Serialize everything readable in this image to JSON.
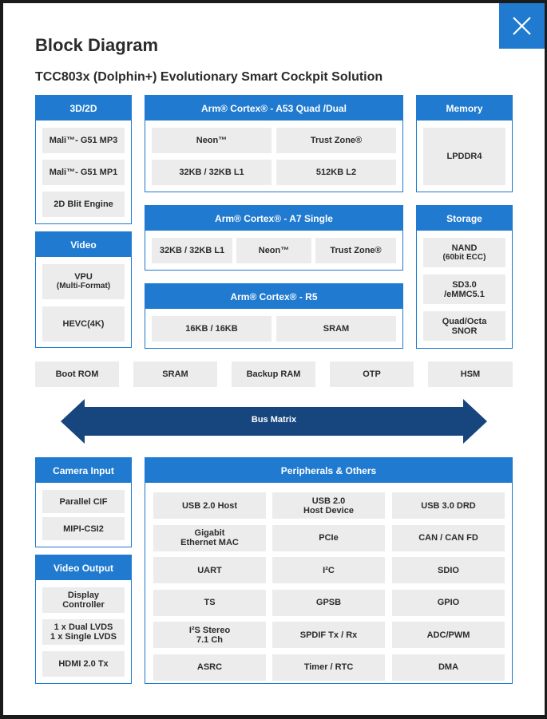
{
  "header": {
    "title": "Block Diagram",
    "subtitle": "TCC803x (Dolphin+) Evolutionary Smart Cockpit Solution",
    "close_icon": "close-icon"
  },
  "blocks": {
    "gpu": {
      "title": "3D/2D",
      "items": [
        "Mali™- G51 MP3",
        "Mali™- G51 MP1",
        "2D Blit Engine"
      ]
    },
    "video": {
      "title": "Video",
      "items": [
        "VPU",
        "(Multi-Format)",
        "HEVC(4K)"
      ]
    },
    "a53": {
      "title": "Arm® Cortex® - A53 Quad /Dual",
      "items": [
        "Neon™",
        "Trust Zone®",
        "32KB / 32KB L1",
        "512KB  L2"
      ]
    },
    "a7": {
      "title": "Arm® Cortex® - A7 Single",
      "items": [
        "32KB / 32KB L1",
        "Neon™",
        "Trust Zone®"
      ]
    },
    "r5": {
      "title": "Arm® Cortex® - R5",
      "items": [
        "16KB / 16KB",
        "SRAM"
      ]
    },
    "memory": {
      "title": "Memory",
      "items": [
        "LPDDR4"
      ]
    },
    "storage": {
      "title": "Storage",
      "items": [
        "NAND",
        "(60bit ECC)",
        "SD3.0\n/eMMC5.1",
        "Quad/Octa\nSNOR"
      ]
    },
    "onchip": [
      "Boot ROM",
      "SRAM",
      "Backup RAM",
      "OTP",
      "HSM"
    ],
    "bus": {
      "label": "Bus Matrix"
    },
    "camera": {
      "title": "Camera Input",
      "items": [
        "Parallel CIF",
        "MIPI-CSI2"
      ]
    },
    "video_out": {
      "title": "Video Output",
      "items": [
        "Display\nController",
        "1 x Dual LVDS\n1 x Single LVDS",
        "HDMI 2.0 Tx"
      ]
    },
    "peripherals": {
      "title": "Peripherals & Others",
      "items": [
        "USB 2.0 Host",
        "USB 2.0\nHost Device",
        "USB 3.0 DRD",
        "Gigabit\nEthernet MAC",
        "PCIe",
        "CAN / CAN FD",
        "UART",
        "I²C",
        "SDIO",
        "TS",
        "GPSB",
        "GPIO",
        "I²S Stereo\n7.1 Ch",
        "SPDIF Tx / Rx",
        "ADC/PWM",
        "ASRC",
        "Timer / RTC",
        "DMA"
      ]
    }
  },
  "colors": {
    "accent": "#1f7ad0",
    "bus": "#17457e",
    "cell": "#ececec"
  }
}
